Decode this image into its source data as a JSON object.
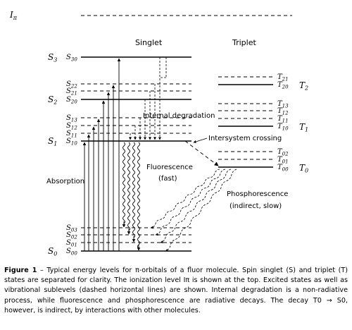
{
  "ionization": {
    "symbol": "I",
    "sub": "π"
  },
  "columns": {
    "singlet": "Singlet",
    "triplet": "Triplet"
  },
  "singlet_groups": [
    {
      "symbol": "S",
      "sub": "3"
    },
    {
      "symbol": "S",
      "sub": "2"
    },
    {
      "symbol": "S",
      "sub": "1"
    },
    {
      "symbol": "S",
      "sub": "0"
    }
  ],
  "singlet_levels": [
    {
      "symbol": "S",
      "sub": "30",
      "kind": "solid"
    },
    {
      "symbol": "S",
      "sub": "22",
      "kind": "dashed"
    },
    {
      "symbol": "S",
      "sub": "21",
      "kind": "dashed"
    },
    {
      "symbol": "S",
      "sub": "20",
      "kind": "solid"
    },
    {
      "symbol": "S",
      "sub": "13",
      "kind": "dashed"
    },
    {
      "symbol": "S",
      "sub": "12",
      "kind": "dashed"
    },
    {
      "symbol": "S",
      "sub": "11",
      "kind": "dashed"
    },
    {
      "symbol": "S",
      "sub": "10",
      "kind": "solid"
    },
    {
      "symbol": "S",
      "sub": "03",
      "kind": "dashed"
    },
    {
      "symbol": "S",
      "sub": "02",
      "kind": "dashed"
    },
    {
      "symbol": "S",
      "sub": "01",
      "kind": "dashed"
    },
    {
      "symbol": "S",
      "sub": "00",
      "kind": "solid"
    }
  ],
  "triplet_groups": [
    {
      "symbol": "T",
      "sub": "2"
    },
    {
      "symbol": "T",
      "sub": "1"
    },
    {
      "symbol": "T",
      "sub": "0"
    }
  ],
  "triplet_levels": [
    {
      "symbol": "T",
      "sub": "21",
      "kind": "dashed"
    },
    {
      "symbol": "T",
      "sub": "20",
      "kind": "solid"
    },
    {
      "symbol": "T",
      "sub": "13",
      "kind": "dashed"
    },
    {
      "symbol": "T",
      "sub": "12",
      "kind": "dashed"
    },
    {
      "symbol": "T",
      "sub": "11",
      "kind": "dashed"
    },
    {
      "symbol": "T",
      "sub": "10",
      "kind": "solid"
    },
    {
      "symbol": "T",
      "sub": "02",
      "kind": "dashed"
    },
    {
      "symbol": "T",
      "sub": "01",
      "kind": "dashed"
    },
    {
      "symbol": "T",
      "sub": "00",
      "kind": "solid"
    }
  ],
  "labels": {
    "internal_degradation": "Internal degradation",
    "intersystem_crossing": "Intersystem crossing",
    "absorption": "Absorption",
    "fluorescence_line1": "Fluorescence",
    "fluorescence_line2": "(fast)",
    "phosphorescence_line1": "Phosphorescence",
    "phosphorescence_line2": "(indirect, slow)"
  },
  "caption": {
    "label": "Figure 1",
    "text": " – Typical energy levels for π-orbitals of a fluor molecule. Spin singlet (S) and triplet (T) states are separated for clarity. The ionization level Iπ is shown at the top. Excited states as well as vibrational sublevels (dashed horizontal lines) are shown. Internal degradation is a non-radiative process, while fluorescence and phosphorescence are radiative decays. The decay T0 → S0, however, is indirect, by interactions with other molecules."
  }
}
